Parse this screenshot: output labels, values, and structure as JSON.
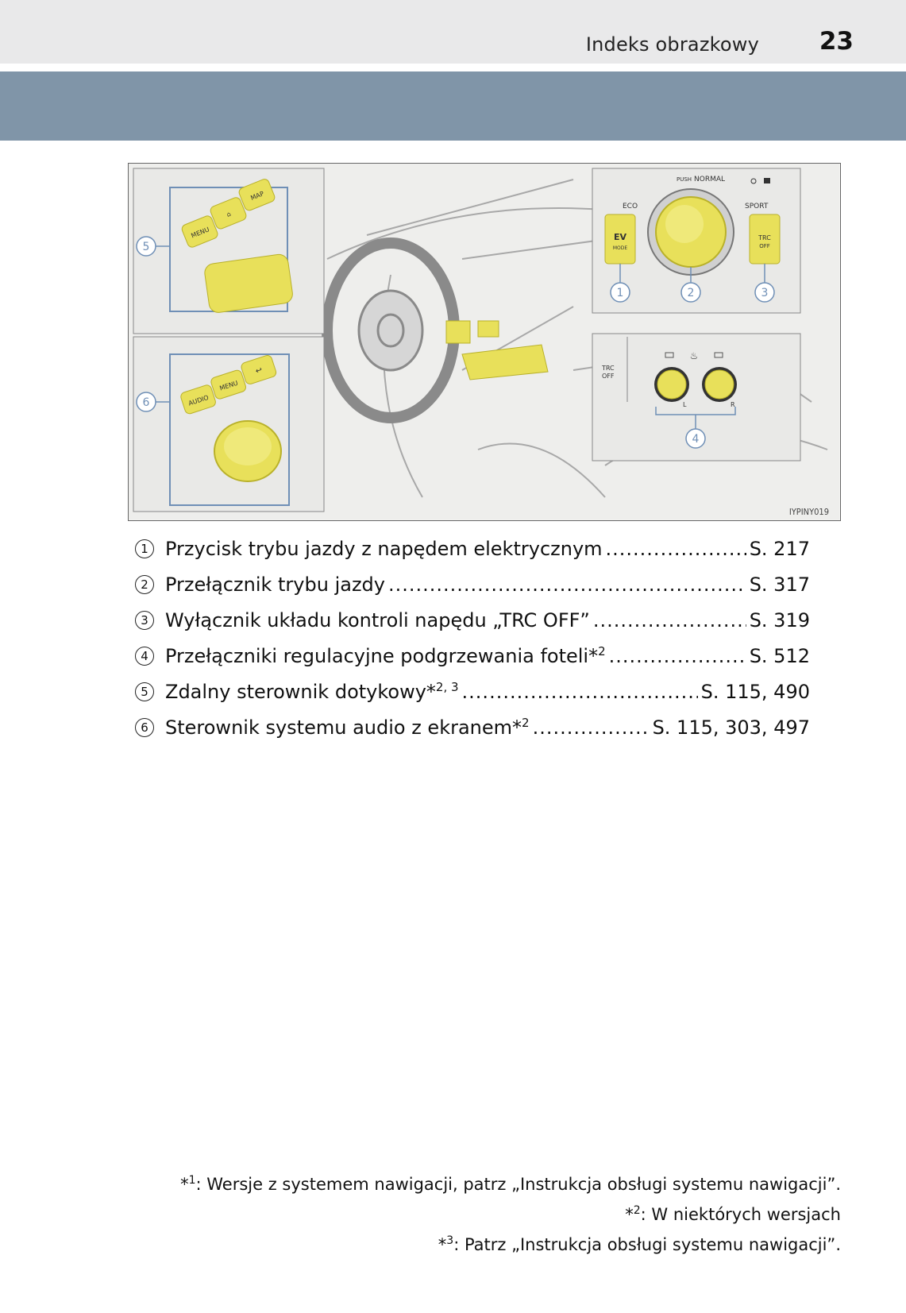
{
  "header": {
    "section_title": "Indeks obrazkowy",
    "page_number": "23"
  },
  "illustration": {
    "ref_code": "IYPINY019",
    "callouts": [
      "1",
      "2",
      "3",
      "4",
      "5",
      "6"
    ],
    "button_labels": {
      "ev": "EV",
      "ev_sub": "MODE",
      "trc": "TRC",
      "trc_sub": "OFF",
      "trc_cut": "TRC",
      "trc_cut_sub": "OFF",
      "push": "PUSH",
      "normal": "NORMAL",
      "eco": "ECO",
      "sport": "SPORT",
      "menu": "MENU",
      "map": "MAP",
      "audio": "AUDIO",
      "menu2": "MENU",
      "back": "↩",
      "seat_l": "L",
      "seat_r": "R"
    },
    "colors": {
      "highlight": "#e8e05a",
      "highlight_dark": "#b9b12a",
      "callout_line": "#6f8fb6",
      "sketch": "#9a9a9a"
    }
  },
  "legend": [
    {
      "num": "1",
      "label": "Przycisk trybu jazdy z napędem elektrycznym",
      "sup": "",
      "ref": "S. 217"
    },
    {
      "num": "2",
      "label": "Przełącznik trybu jazdy",
      "sup": "",
      "ref": "S. 317"
    },
    {
      "num": "3",
      "label": "Wyłącznik układu kontroli napędu „TRC OFF”",
      "sup": "",
      "ref": "S. 319"
    },
    {
      "num": "4",
      "label": "Przełączniki regulacyjne podgrzewania foteli*",
      "sup": "2",
      "ref": "S. 512"
    },
    {
      "num": "5",
      "label": "Zdalny sterownik dotykowy*",
      "sup": "2, 3",
      "ref": "S. 115, 490"
    },
    {
      "num": "6",
      "label": "Sterownik systemu audio z ekranem*",
      "sup": "2",
      "ref": "S. 115, 303, 497"
    }
  ],
  "footnotes": [
    {
      "mark": "*",
      "sup": "1",
      "text": ": Wersje z systemem nawigacji, patrz „Instrukcja obsługi systemu nawigacji”."
    },
    {
      "mark": "*",
      "sup": "2",
      "text": ": W niektórych wersjach"
    },
    {
      "mark": "*",
      "sup": "3",
      "text": ": Patrz „Instrukcja obsługi systemu nawigacji”."
    }
  ]
}
